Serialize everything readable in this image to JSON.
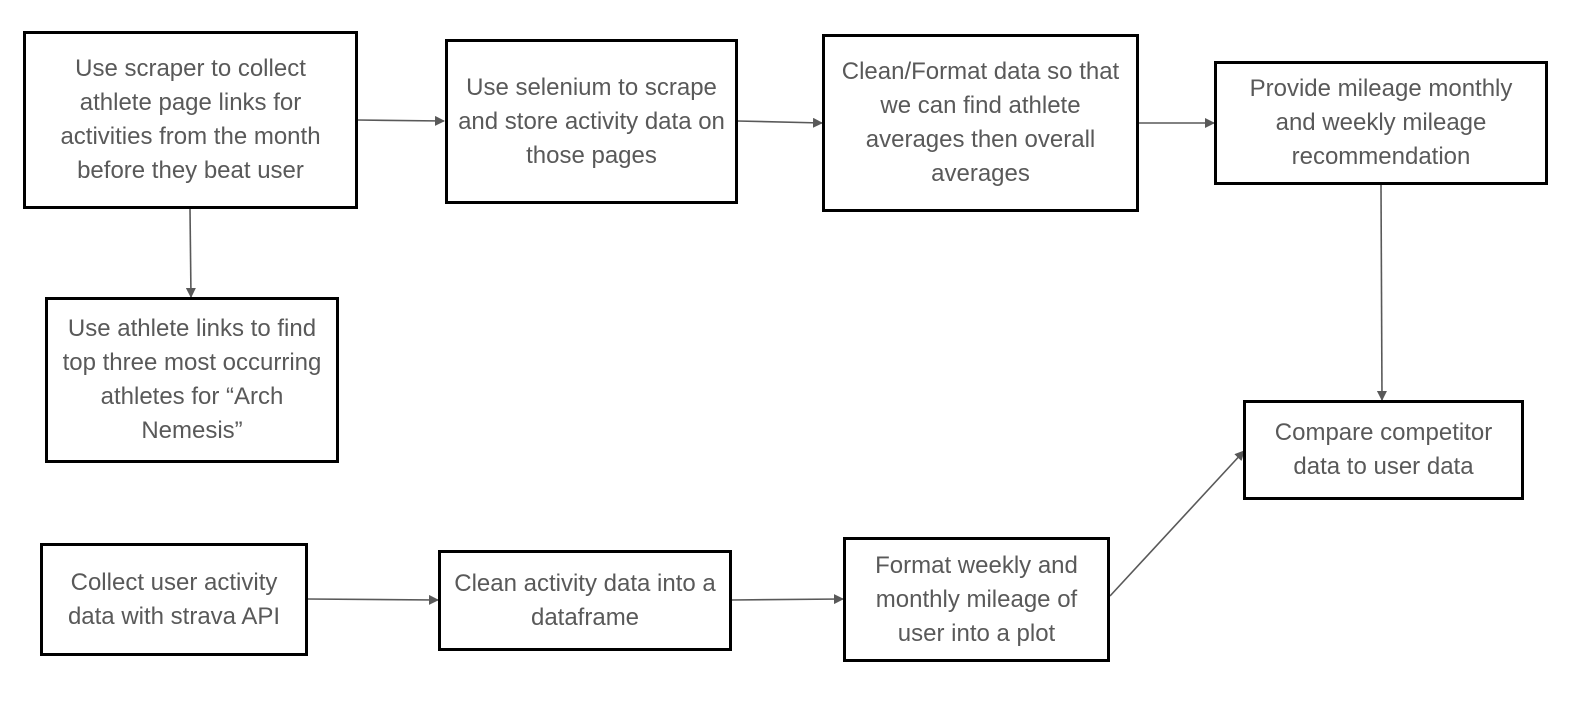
{
  "diagram": {
    "nodes": [
      {
        "id": "scraper",
        "text": "Use scraper to collect athlete page links for activities from the month before they beat user"
      },
      {
        "id": "selenium",
        "text": "Use selenium to scrape and store activity data on those pages"
      },
      {
        "id": "clean_format",
        "text": "Clean/Format data so that we can find athlete averages then overall averages"
      },
      {
        "id": "mileage_rec",
        "text": "Provide mileage monthly and weekly mileage recommendation"
      },
      {
        "id": "nemesis",
        "text": "Use athlete links to find top three most occurring athletes for “Arch Nemesis”"
      },
      {
        "id": "compare",
        "text": "Compare competitor data to user data"
      },
      {
        "id": "collect_user",
        "text": "Collect user activity data with strava API"
      },
      {
        "id": "clean_activity",
        "text": "Clean activity data into a dataframe"
      },
      {
        "id": "format_plot",
        "text": "Format weekly and monthly mileage of user into a plot"
      }
    ],
    "edges": [
      {
        "from": "scraper",
        "to": "selenium"
      },
      {
        "from": "selenium",
        "to": "clean_format"
      },
      {
        "from": "clean_format",
        "to": "mileage_rec"
      },
      {
        "from": "scraper",
        "to": "nemesis"
      },
      {
        "from": "mileage_rec",
        "to": "compare"
      },
      {
        "from": "collect_user",
        "to": "clean_activity"
      },
      {
        "from": "clean_activity",
        "to": "format_plot"
      },
      {
        "from": "format_plot",
        "to": "compare"
      }
    ],
    "colors": {
      "border": "#000000",
      "text": "#595959",
      "edge": "#595959",
      "background": "#ffffff"
    }
  }
}
